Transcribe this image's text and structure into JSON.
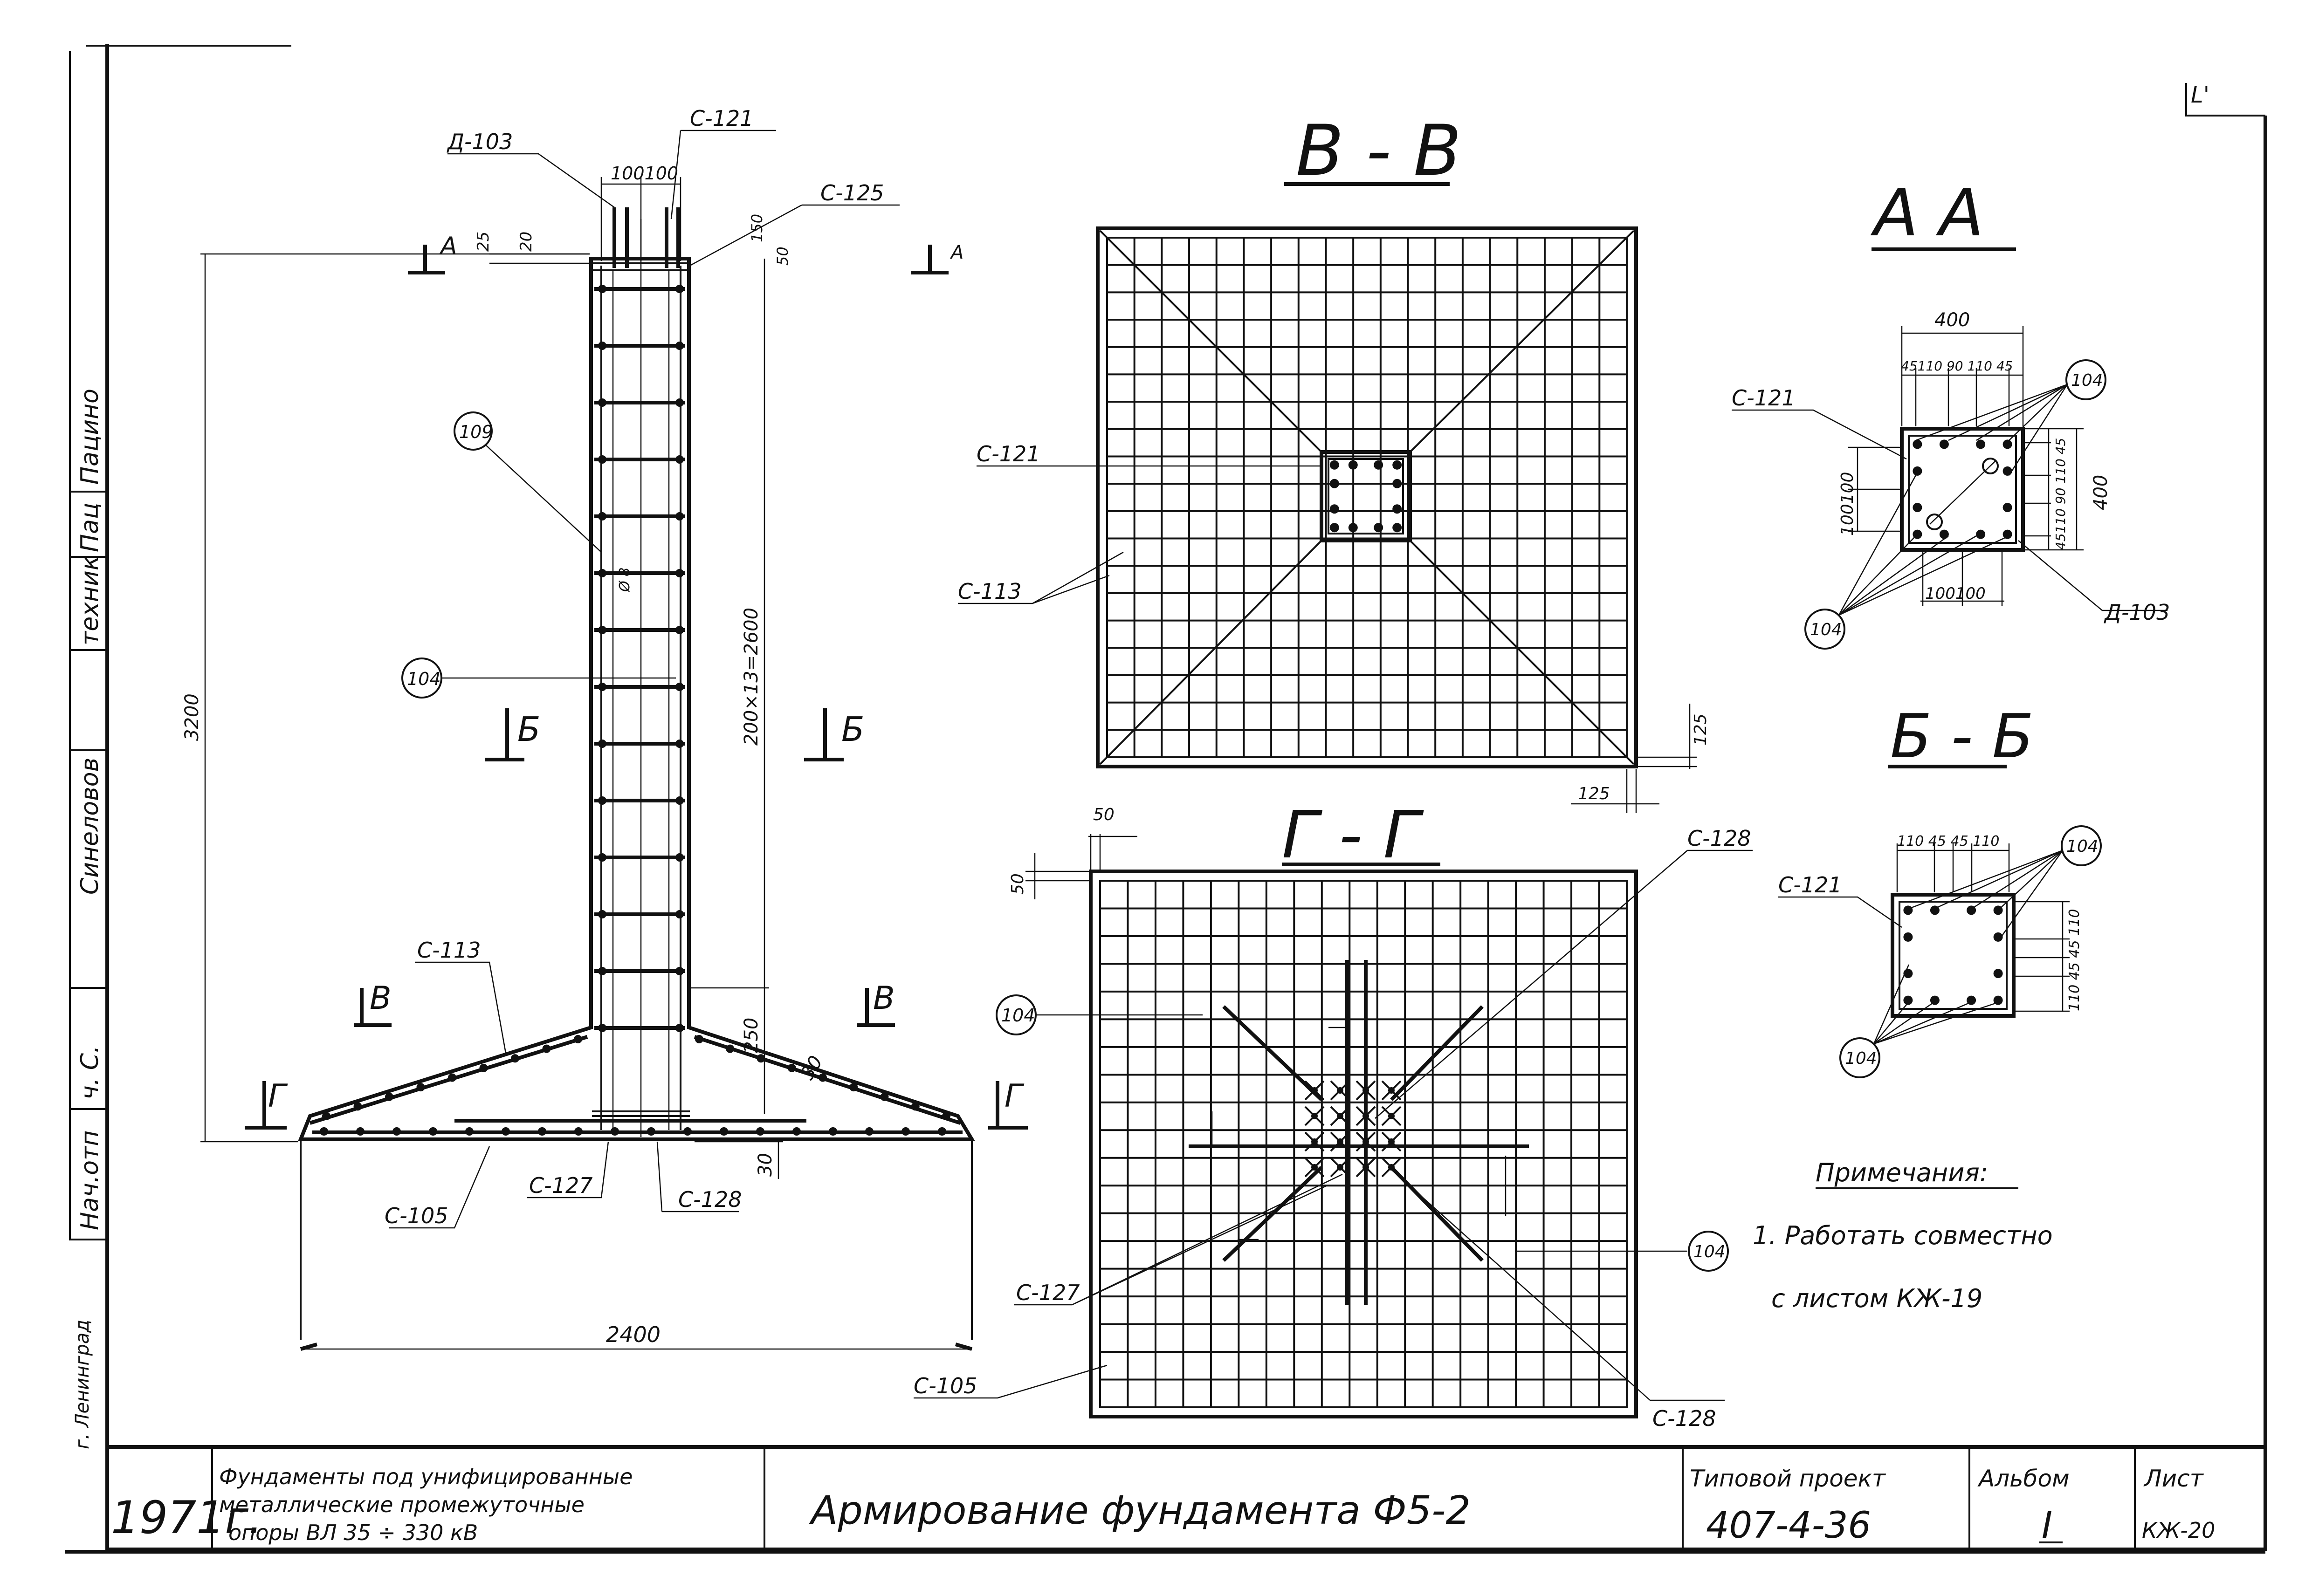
{
  "stamp": "L'",
  "side_column": [
    "Пацино",
    "Пац",
    "техник",
    "Синеловов",
    "ч. С.",
    "Нач.отп",
    "г. Ленинград"
  ],
  "elevation": {
    "labels": {
      "d103": "Д-103",
      "c121": "С-121",
      "c125": "С-125",
      "c113": "С-113",
      "c105": "С-105",
      "c127": "С-127",
      "c128": "С-128"
    },
    "dims": {
      "top_spacing": "100100",
      "d25": "25",
      "d20": "20",
      "d150": "150",
      "d50": "50",
      "height": "3200",
      "spacing": "200×13=2600",
      "d250": "250",
      "d30a": "30",
      "d30b": "30",
      "width": "2400"
    },
    "callouts": {
      "c109": "109",
      "c104": "104"
    },
    "cuts": {
      "a": "А",
      "b": "Б",
      "v": "В",
      "g": "Г"
    },
    "tie_note": "Ø 8"
  },
  "section_vv": {
    "title": "В - В",
    "c121": "С-121",
    "c113": "С-113",
    "d125a": "125",
    "d125b": "125"
  },
  "section_gg": {
    "title": "Г - Г",
    "d50a": "50",
    "d50b": "50",
    "c128a": "С-128",
    "c128b": "С-128",
    "c127": "С-127",
    "c105": "С-105",
    "c104": "104"
  },
  "section_aa": {
    "title": "А А",
    "w": "400",
    "top": "45110 90 110 45",
    "c121": "С-121",
    "c104a": "104",
    "c104b": "104",
    "side_left": "100100",
    "side_right": "45110 90 110 45",
    "h": "400",
    "bottom": "100100",
    "d103": "Д-103"
  },
  "section_bb": {
    "title": "Б - Б",
    "top": "110 45 45 110",
    "c121": "С-121",
    "c104a": "104",
    "c104b": "104",
    "side": "110 45 45 110"
  },
  "notes": {
    "title": "Примечания:",
    "line1": "1. Работать совместно",
    "line2": "с листом КЖ-19"
  },
  "title_block": {
    "year": "1971г.",
    "desc_line1": "Фундаменты под унифицированные",
    "desc_line2": "металлические промежуточные",
    "desc_line3": "опоры ВЛ 35 ÷ 330 кВ",
    "title": "Армирование фундамента Ф5-2",
    "project_label": "Типовой проект",
    "project_num": "407-4-36",
    "album_label": "Альбом",
    "album_num": "I",
    "sheet_label": "Лист",
    "sheet_num": "КЖ-20"
  }
}
